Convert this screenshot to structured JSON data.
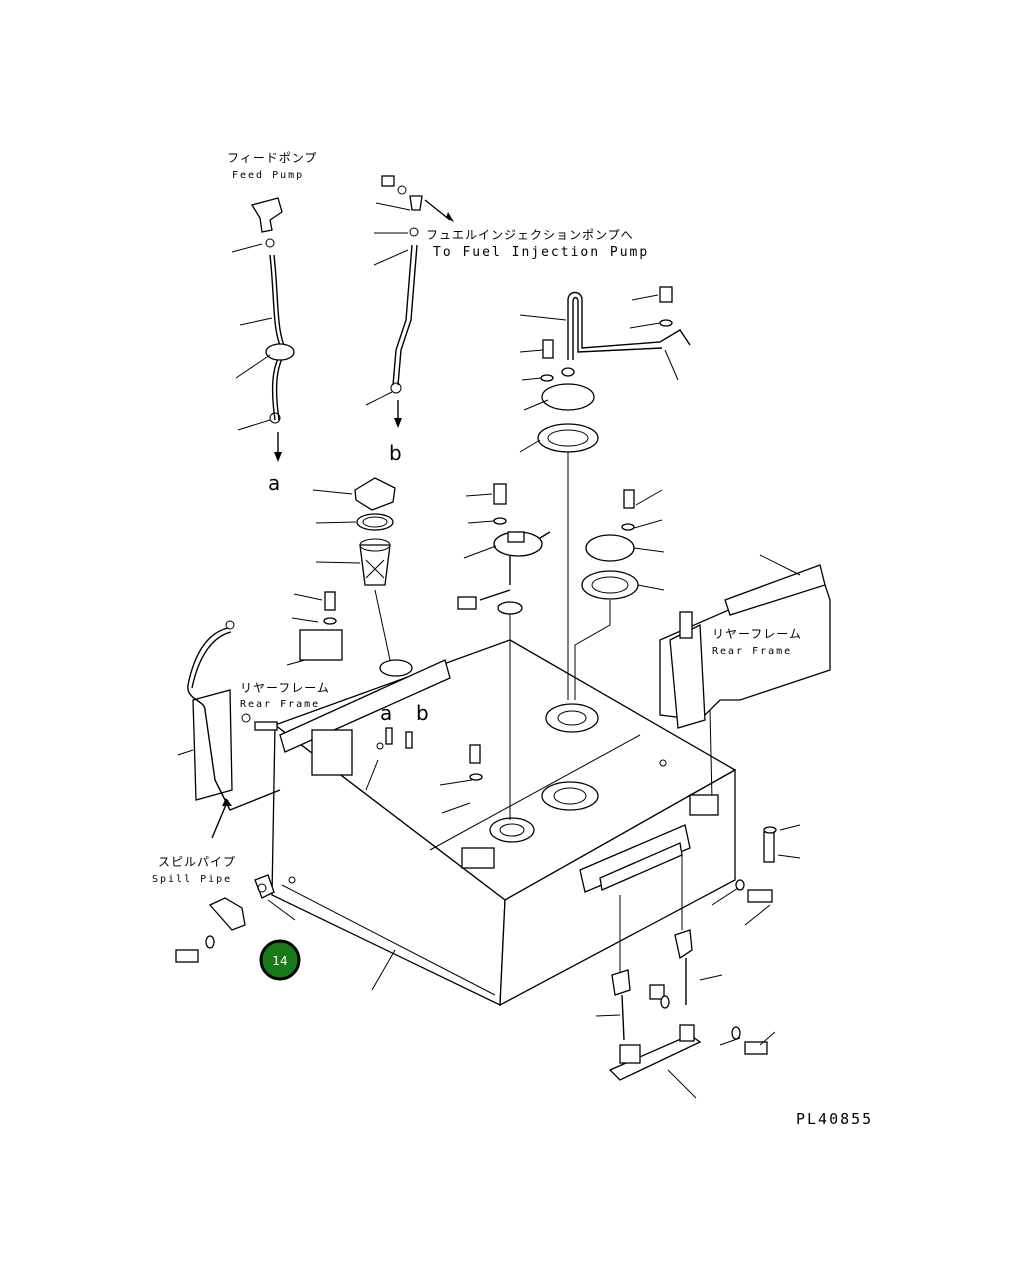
{
  "labels": {
    "feed_pump_jp": "フィードポンプ",
    "feed_pump_en": "Feed Pump",
    "injection_jp": "フュエルインジェクションポンプへ",
    "injection_en": "To Fuel Injection Pump",
    "rear_frame_jp_1": "リヤーフレーム",
    "rear_frame_en_1": "Rear Frame",
    "rear_frame_jp_2": "リヤーフレーム",
    "rear_frame_en_2": "Rear Frame",
    "spill_pipe_jp": "スピルパイプ",
    "spill_pipe_en": "Spill Pipe",
    "ref_a_top": "a",
    "ref_b_top": "b",
    "ref_a_mid": "a",
    "ref_b_mid": "b"
  },
  "callout": {
    "number": "14",
    "color": "#1a7a1a"
  },
  "drawing_code": "PL40855"
}
